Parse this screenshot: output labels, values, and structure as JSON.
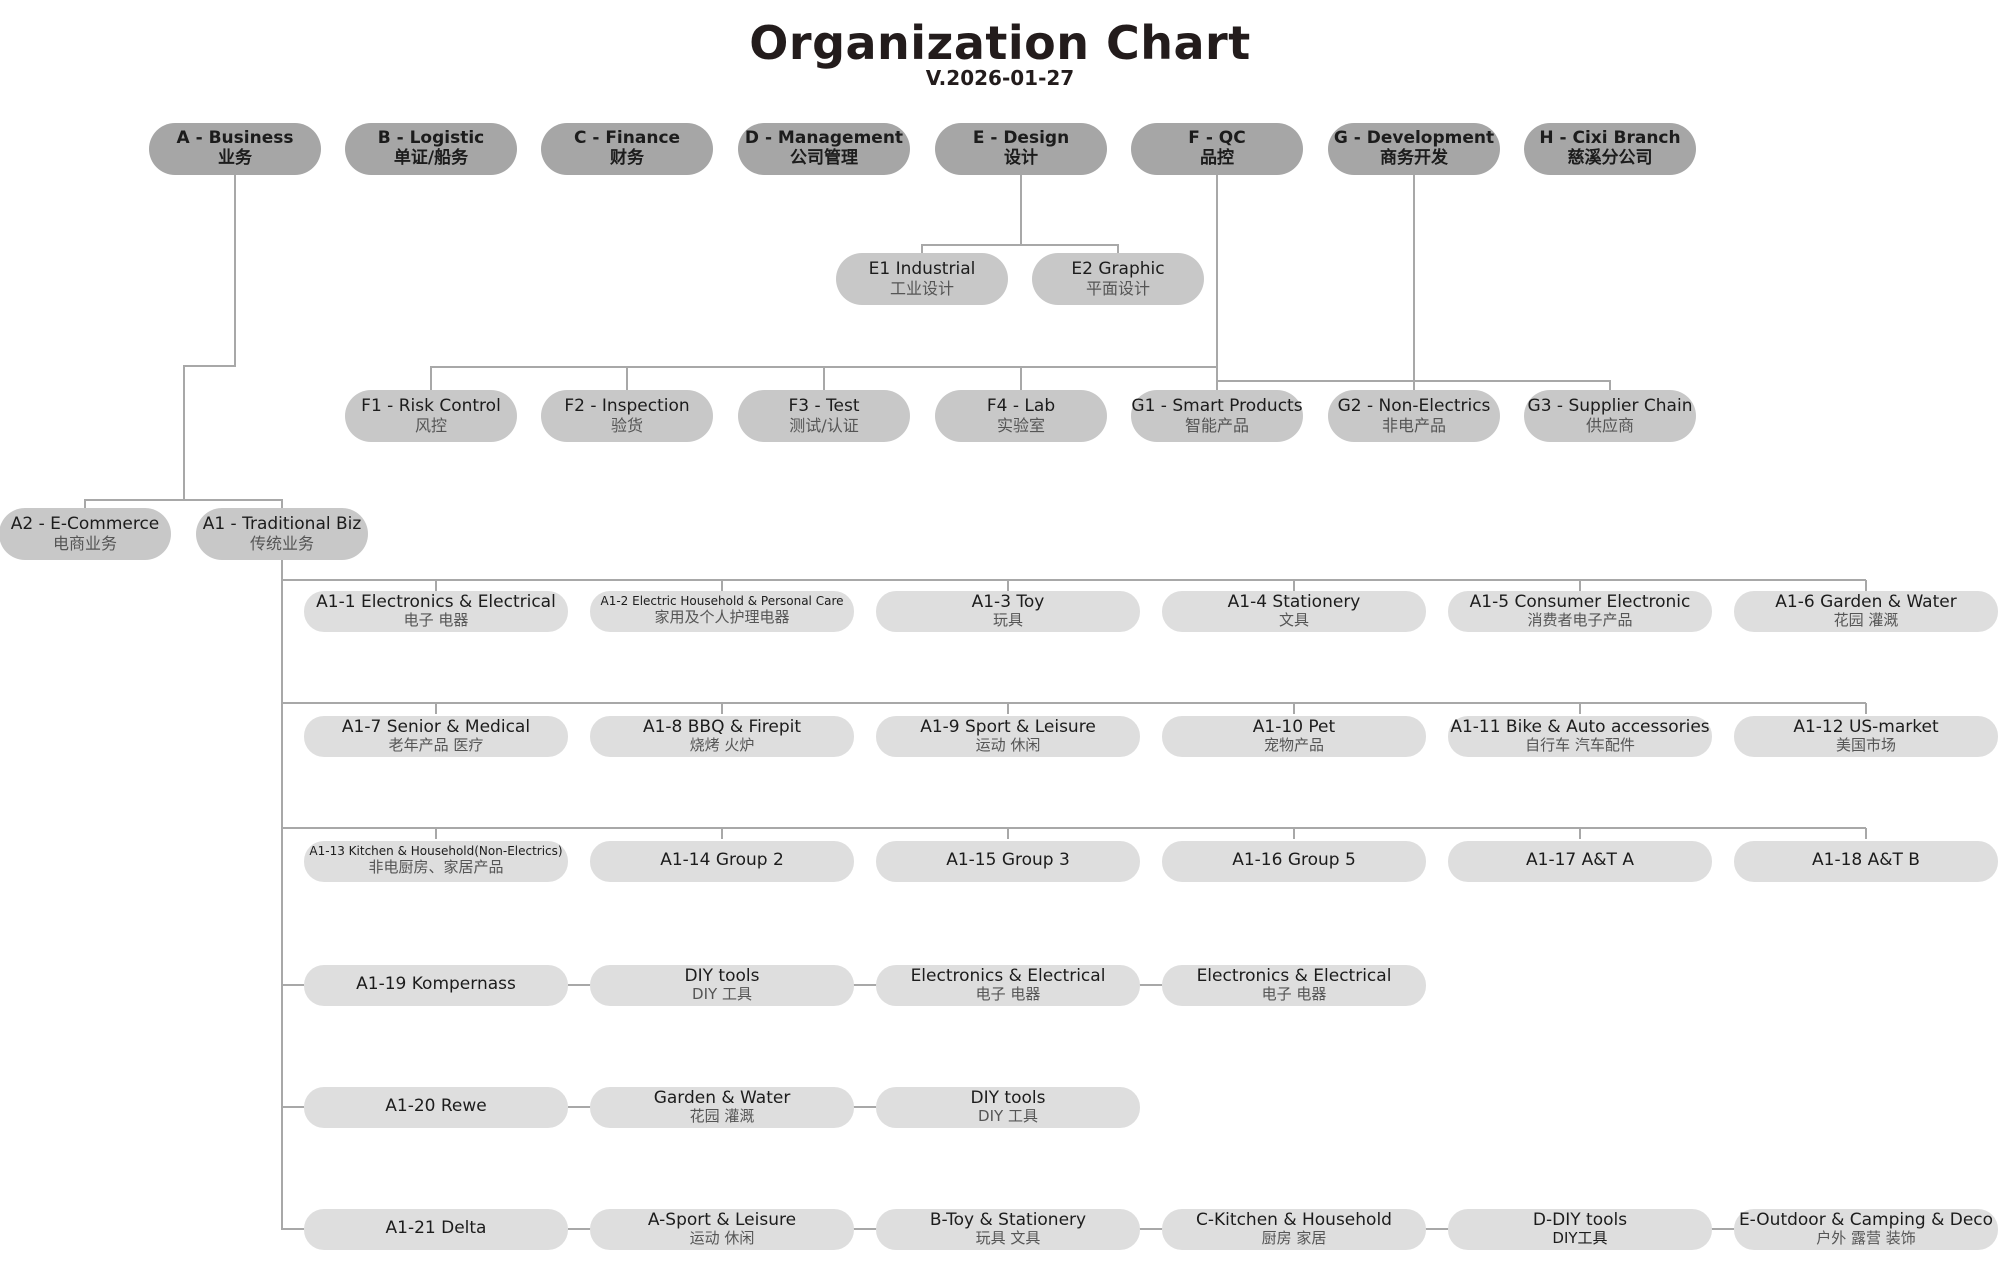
{
  "header": {
    "title": "Organization Chart",
    "version": "V.2026-01-27"
  },
  "departments": [
    {
      "id": "A",
      "en": "A - Business",
      "zh": "业务"
    },
    {
      "id": "B",
      "en": "B - Logistic",
      "zh": "单证/船务"
    },
    {
      "id": "C",
      "en": "C - Finance",
      "zh": "财务"
    },
    {
      "id": "D",
      "en": "D - Management",
      "zh": "公司管理"
    },
    {
      "id": "E",
      "en": "E - Design",
      "zh": "设计"
    },
    {
      "id": "F",
      "en": "F - QC",
      "zh": "品控"
    },
    {
      "id": "G",
      "en": "G - Development",
      "zh": "商务开发"
    },
    {
      "id": "H",
      "en": "H - Cixi Branch",
      "zh": "慈溪分公司"
    }
  ],
  "sub_units": [
    {
      "id": "E1",
      "parent": "E",
      "en": "E1 Industrial",
      "zh": "工业设计"
    },
    {
      "id": "E2",
      "parent": "E",
      "en": "E2 Graphic",
      "zh": "平面设计"
    },
    {
      "id": "F1",
      "parent": "F",
      "en": "F1 - Risk Control",
      "zh": "风控"
    },
    {
      "id": "F2",
      "parent": "F",
      "en": "F2 - Inspection",
      "zh": "验货"
    },
    {
      "id": "F3",
      "parent": "F",
      "en": "F3 - Test",
      "zh": "测试/认证"
    },
    {
      "id": "F4",
      "parent": "F",
      "en": "F4 - Lab",
      "zh": "实验室"
    },
    {
      "id": "G1",
      "parent": "G",
      "en": "G1 - Smart Products",
      "zh": "智能产品"
    },
    {
      "id": "G2",
      "parent": "G",
      "en": "G2 - Non-Electrics",
      "zh": "非电产品"
    },
    {
      "id": "G3",
      "parent": "G",
      "en": "G3 - Supplier Chain",
      "zh": "供应商"
    },
    {
      "id": "A2",
      "parent": "A",
      "en": "A2 - E-Commerce",
      "zh": "电商业务"
    },
    {
      "id": "A1",
      "parent": "A",
      "en": "A1 - Traditional Biz",
      "zh": "传统业务"
    }
  ],
  "groups": [
    {
      "id": "A1-1",
      "en": "A1-1 Electronics & Electrical",
      "zh": "电子 电器"
    },
    {
      "id": "A1-2",
      "en": "A1-2 Electric Household & Personal Care",
      "zh": "家用及个人护理电器"
    },
    {
      "id": "A1-3",
      "en": "A1-3 Toy",
      "zh": "玩具"
    },
    {
      "id": "A1-4",
      "en": "A1-4 Stationery",
      "zh": "文具"
    },
    {
      "id": "A1-5",
      "en": "A1-5 Consumer Electronic",
      "zh": "消费者电子产品"
    },
    {
      "id": "A1-6",
      "en": "A1-6 Garden & Water",
      "zh": "花园 灌溉"
    },
    {
      "id": "A1-7",
      "en": "A1-7 Senior & Medical",
      "zh": "老年产品 医疗"
    },
    {
      "id": "A1-8",
      "en": "A1-8 BBQ & Firepit",
      "zh": "烧烤 火炉"
    },
    {
      "id": "A1-9",
      "en": "A1-9 Sport & Leisure",
      "zh": "运动 休闲"
    },
    {
      "id": "A1-10",
      "en": "A1-10 Pet",
      "zh": "宠物产品"
    },
    {
      "id": "A1-11",
      "en": "A1-11 Bike & Auto accessories",
      "zh": "自行车 汽车配件"
    },
    {
      "id": "A1-12",
      "en": "A1-12 US-market",
      "zh": "美国市场"
    },
    {
      "id": "A1-13",
      "en": "A1-13 Kitchen & Household(Non-Electrics)",
      "zh": "非电厨房、家居产品"
    },
    {
      "id": "A1-14",
      "en": "A1-14 Group 2",
      "zh": ""
    },
    {
      "id": "A1-15",
      "en": "A1-15 Group 3",
      "zh": ""
    },
    {
      "id": "A1-16",
      "en": "A1-16 Group 5",
      "zh": ""
    },
    {
      "id": "A1-17",
      "en": "A1-17 A&T A",
      "zh": ""
    },
    {
      "id": "A1-18",
      "en": "A1-18 A&T B",
      "zh": ""
    }
  ],
  "customers": [
    {
      "id": "A1-19",
      "en": "A1-19 Kompernass",
      "items": [
        {
          "en": "DIY tools",
          "zh": "DIY 工具"
        },
        {
          "en": "Electronics & Electrical",
          "zh": "电子 电器"
        },
        {
          "en": "Electronics & Electrical",
          "zh": "电子 电器"
        }
      ]
    },
    {
      "id": "A1-20",
      "en": "A1-20 Rewe",
      "items": [
        {
          "en": "Garden & Water",
          "zh": "花园 灌溉"
        },
        {
          "en": "DIY tools",
          "zh": "DIY 工具"
        }
      ]
    },
    {
      "id": "A1-21",
      "en": "A1-21 Delta",
      "items": [
        {
          "en": "A-Sport & Leisure",
          "zh": "运动 休闲"
        },
        {
          "en": "B-Toy & Stationery",
          "zh": "玩具 文具"
        },
        {
          "en": "C-Kitchen & Household",
          "zh": "厨房 家居"
        },
        {
          "en": "D-DIY tools",
          "zh": "DIY工具"
        },
        {
          "en": "E-Outdoor & Camping & Deco",
          "zh": "户外 露营 装饰"
        }
      ]
    }
  ]
}
